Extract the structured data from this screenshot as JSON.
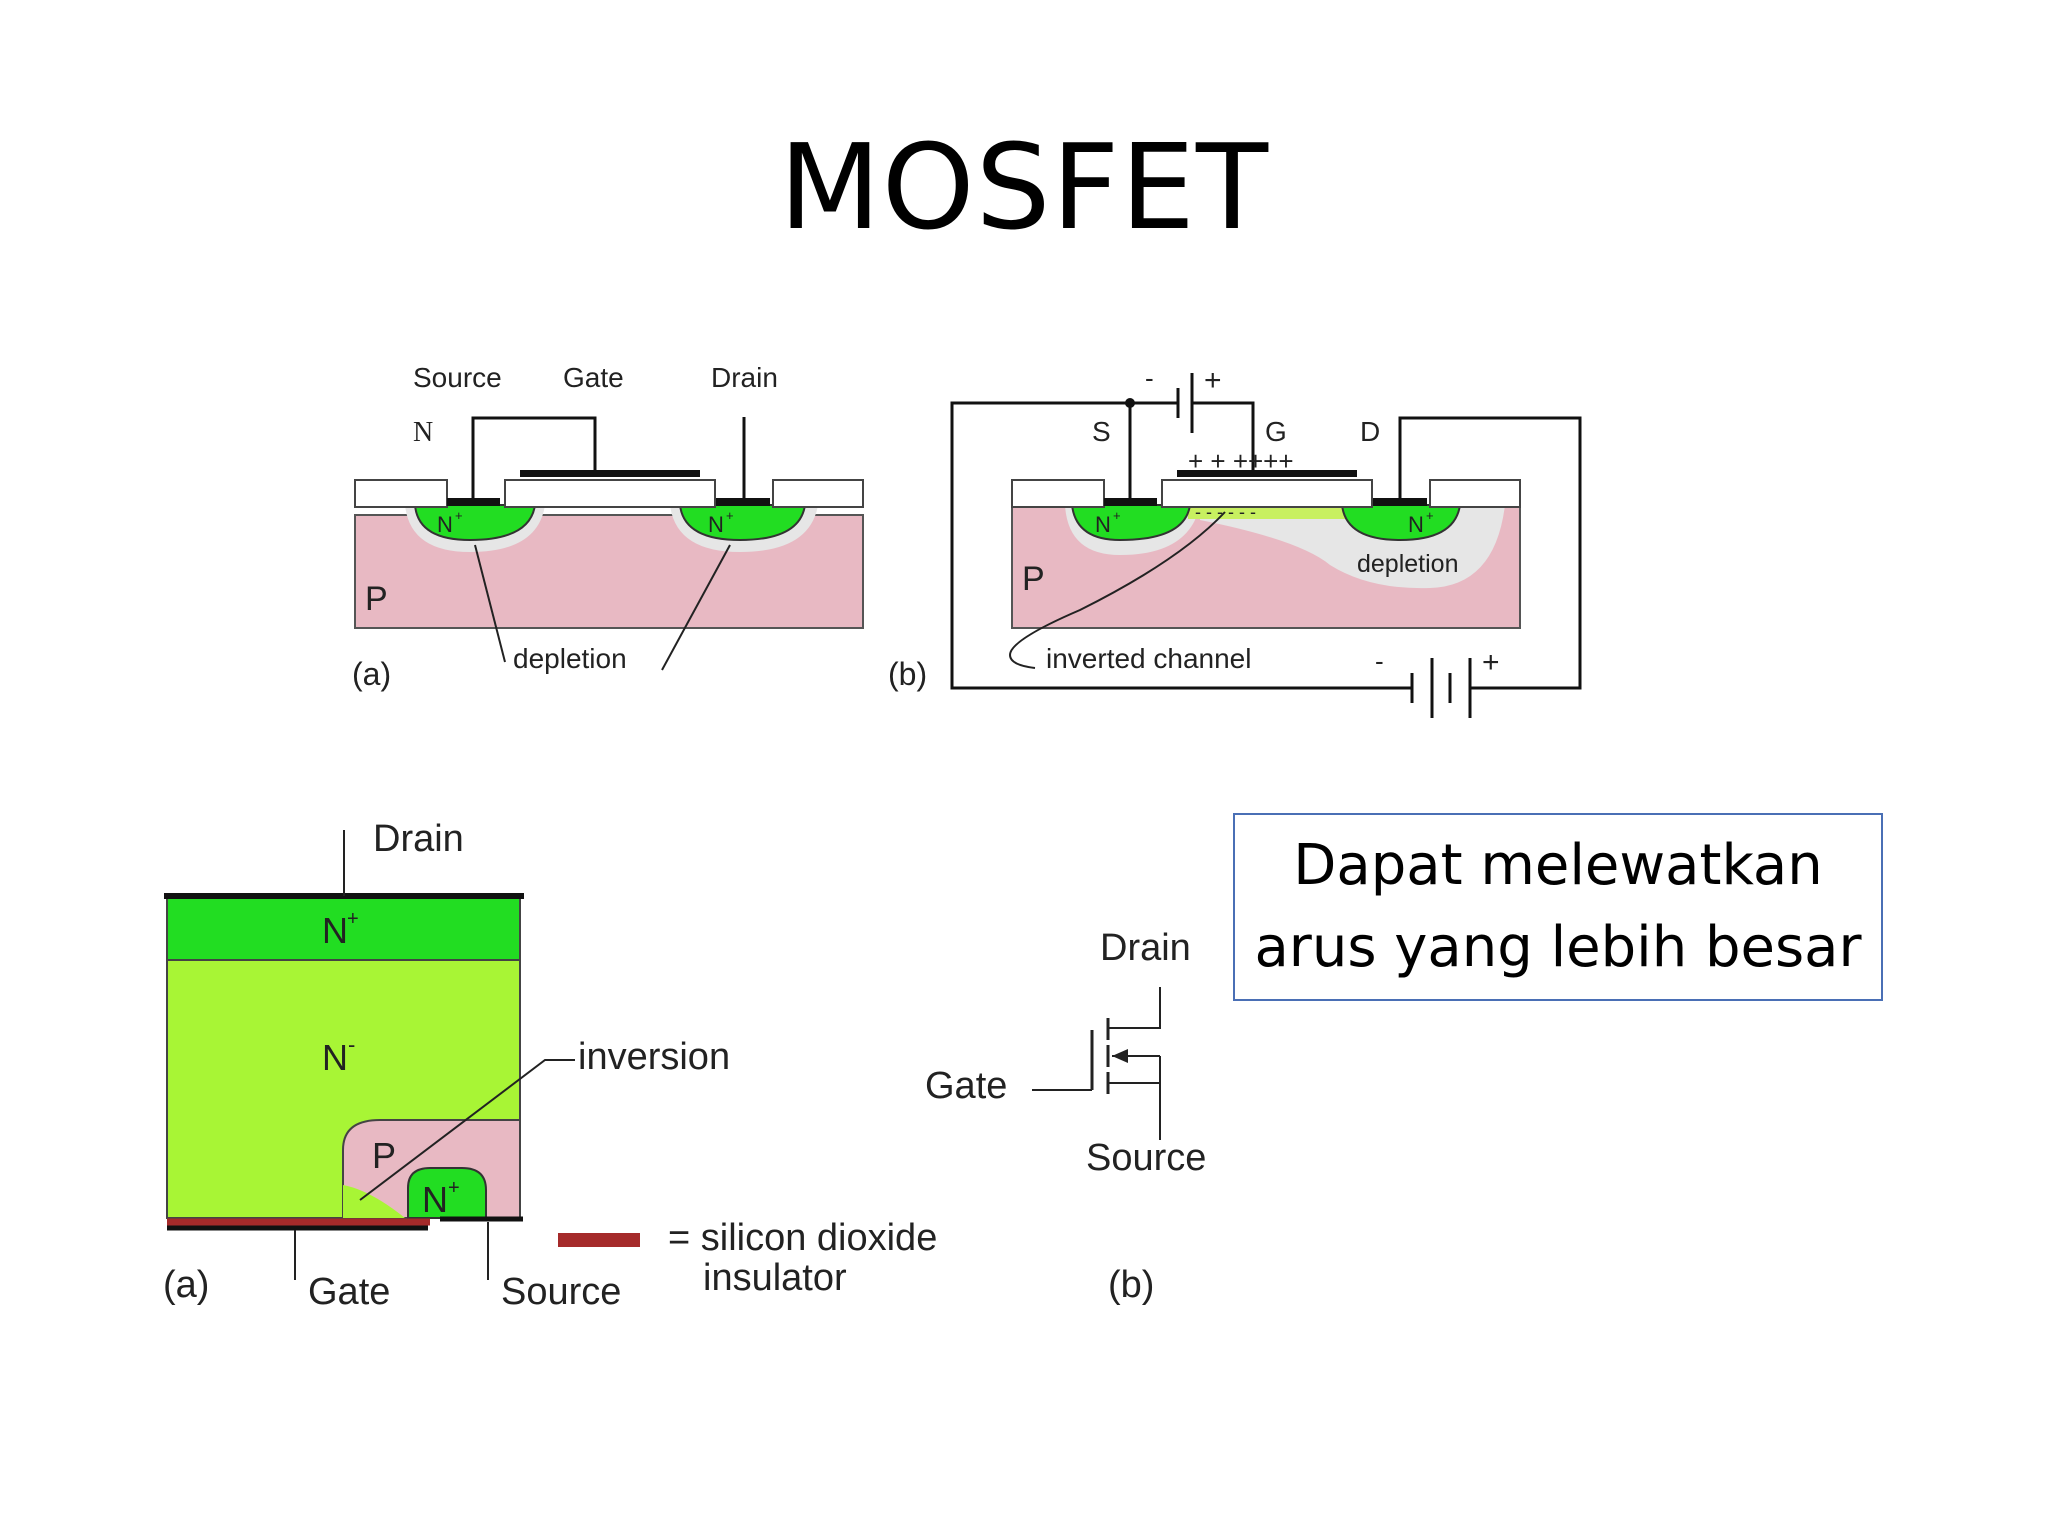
{
  "slide": {
    "title": "MOSFET",
    "note_lines": [
      "Dapat melewatkan",
      "arus yang lebih besar"
    ]
  },
  "fig_top_a": {
    "source": "Source",
    "gate": "Gate",
    "drain": "Drain",
    "n": "N",
    "n_plus_1": "N",
    "n_plus_2": "N",
    "plus_sup": "+",
    "p": "P",
    "depletion": "depletion",
    "caption": "(a)"
  },
  "fig_top_b": {
    "minus_top": "-",
    "plus_top": "+",
    "s": "S",
    "g": "G",
    "d": "D",
    "gate_charges": "+ + ++++",
    "channel_charges": "- -  - - - -",
    "n_plus_1": "N",
    "n_plus_2": "N",
    "plus_sup": "+",
    "p": "P",
    "depletion": "depletion",
    "inverted_channel": "inverted channel",
    "minus_bottom": "-",
    "plus_bottom": "+",
    "caption": "(b)"
  },
  "fig_bottom_a": {
    "drain": "Drain",
    "n_plus_top": "N",
    "n_plus_top_sup": "+",
    "n_minus": "N",
    "n_minus_sup": "-",
    "p": "P",
    "n_plus_bottom": "N",
    "n_plus_bottom_sup": "+",
    "inversion": "inversion",
    "gate": "Gate",
    "source": "Source",
    "legend_eq": "= silicon dioxide",
    "legend_line2": "insulator",
    "caption": "(a)"
  },
  "fig_bottom_b": {
    "drain": "Drain",
    "gate": "Gate",
    "source": "Source",
    "caption": "(b)"
  },
  "colors": {
    "p_region": "#e8b9c3",
    "n_plus": "#22dd22",
    "n_minus": "#a8f535",
    "oxide": "#a52a2a",
    "depletion": "#e6e6e6",
    "note_border": "#4a6fb5"
  }
}
